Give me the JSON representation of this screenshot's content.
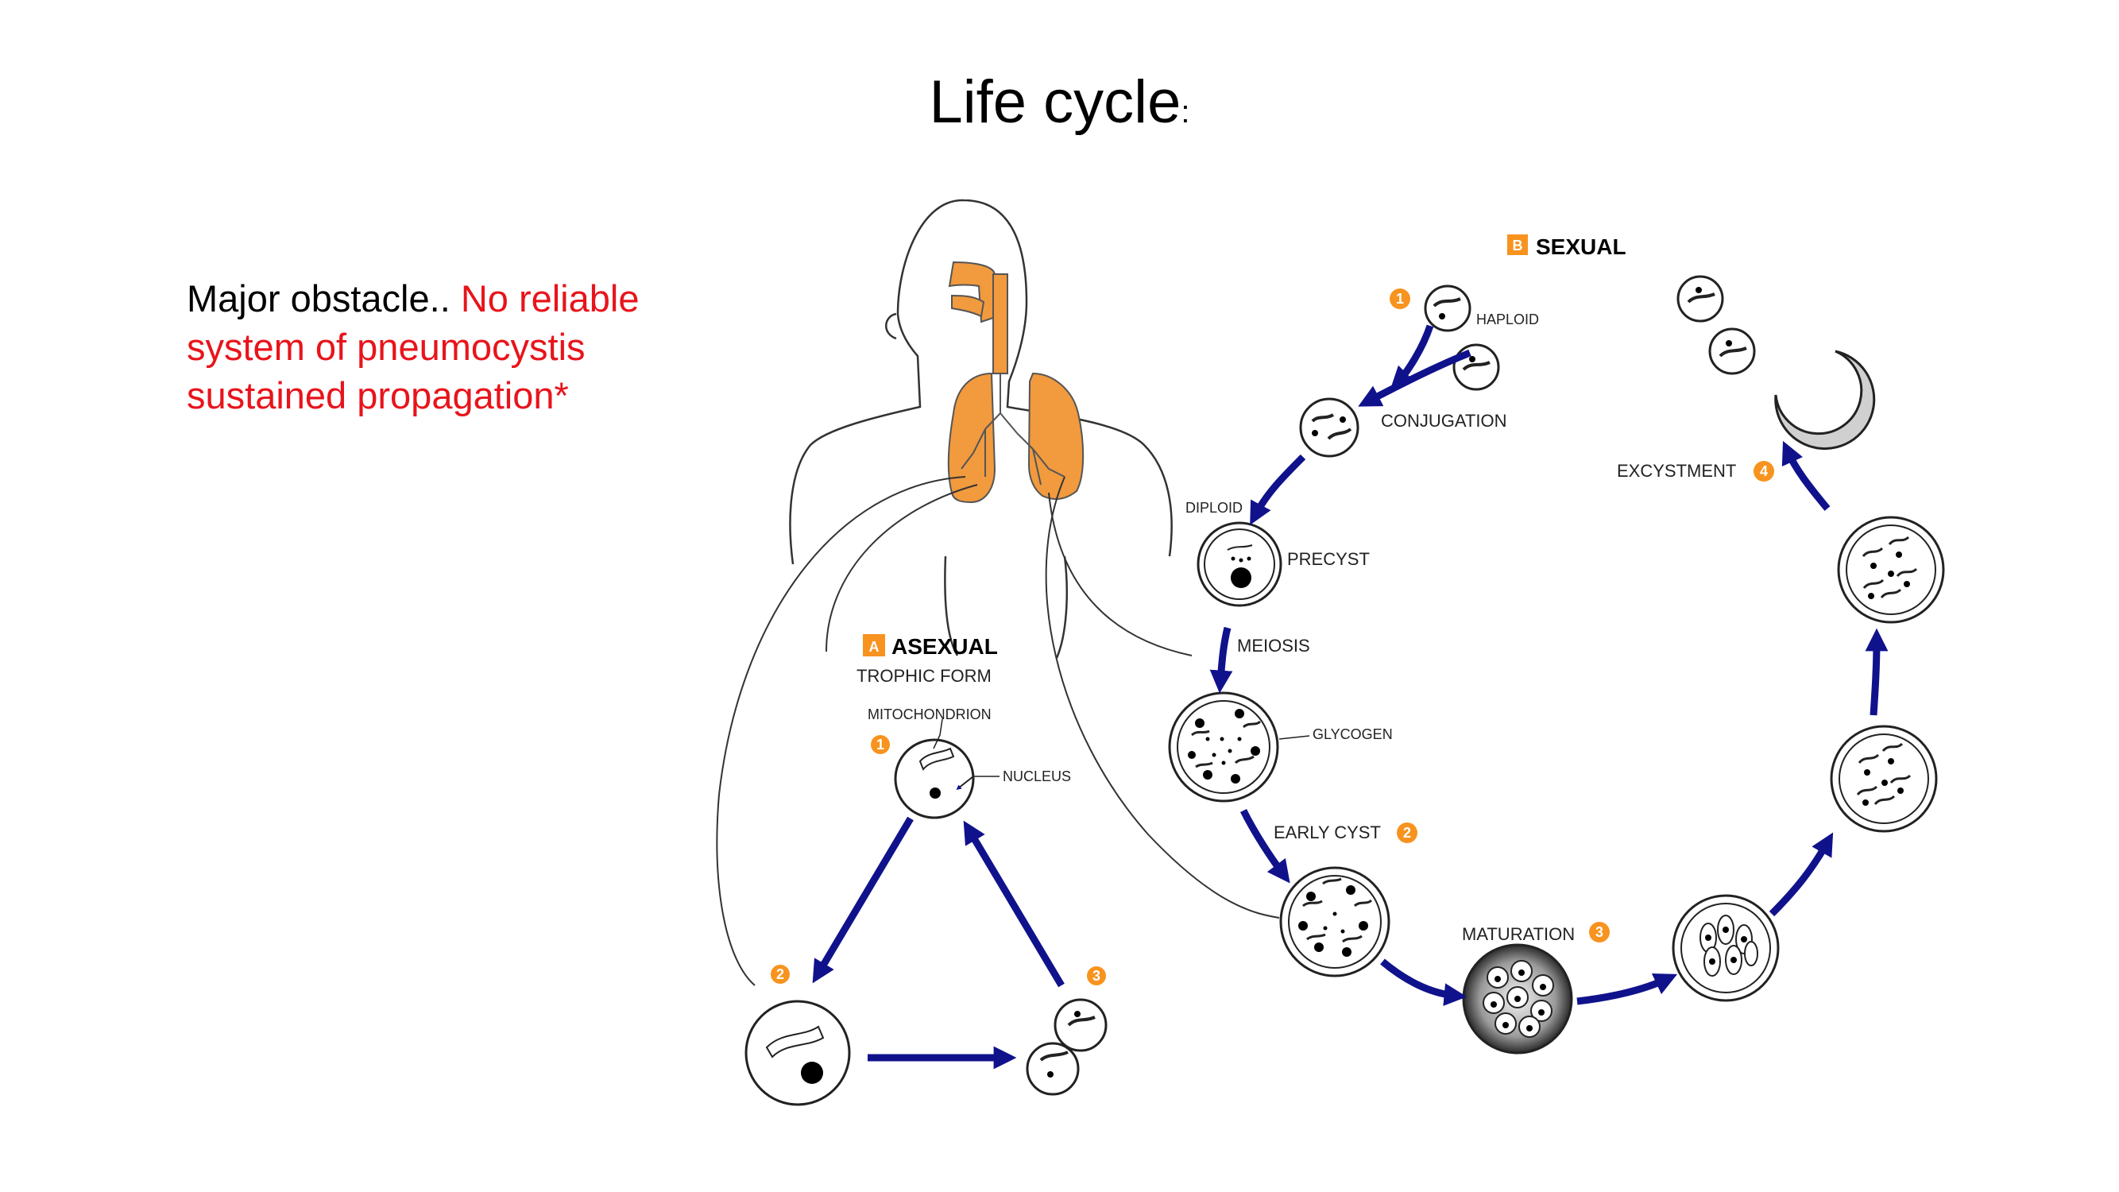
{
  "title": "Life cycle",
  "title_suffix": ":",
  "note": {
    "lead": "Major obstacle.. ",
    "highlight": "No reliable system of pneumocystis sustained propagation*"
  },
  "colors": {
    "arrow": "#10128c",
    "lung": "#f19a3e",
    "badge": "#f7931e",
    "highlight": "#e8141b"
  },
  "asexual": {
    "badge": "A",
    "heading": "ASEXUAL",
    "subheading": "TROPHIC FORM",
    "mitochondrion": "MITOCHONDRION",
    "nucleus": "NUCLEUS",
    "steps": [
      "1",
      "2",
      "3"
    ]
  },
  "sexual": {
    "badge": "B",
    "heading": "SEXUAL",
    "haploid": "HAPLOID",
    "conjugation": "CONJUGATION",
    "diploid": "DIPLOID",
    "precyst": "PRECYST",
    "meiosis": "MEIOSIS",
    "glycogen": "GLYCOGEN",
    "early_cyst": "EARLY CYST",
    "maturation": "MATURATION",
    "excystment": "EXCYSTMENT",
    "steps": [
      "1",
      "2",
      "3",
      "4"
    ]
  }
}
